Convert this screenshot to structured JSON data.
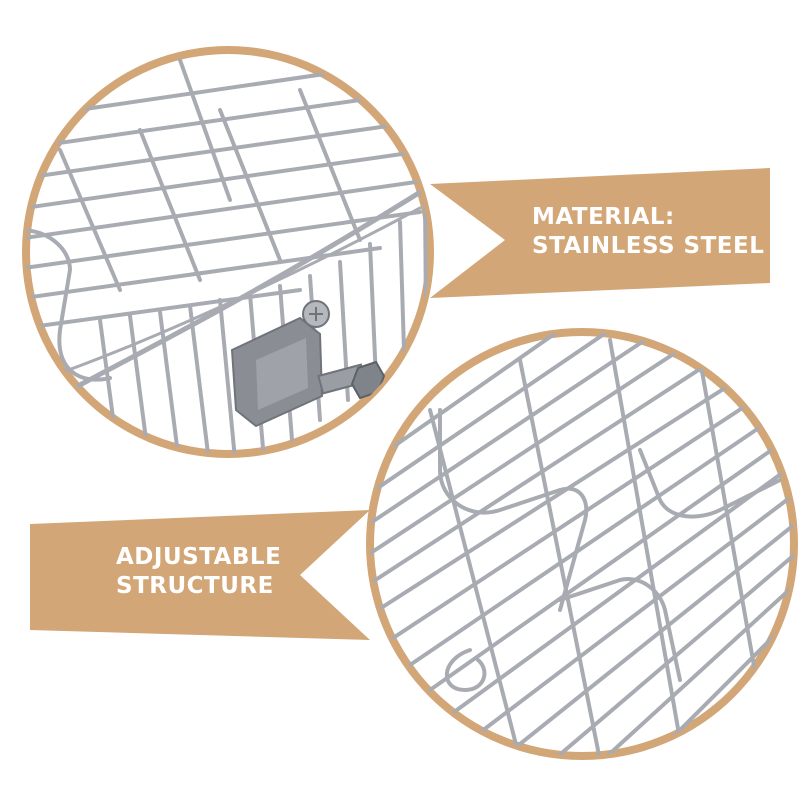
{
  "colors": {
    "background": "#ffffff",
    "accent": "#d2a676",
    "caption_text": "#ffffff",
    "wire": "#a8acb2",
    "wire_shadow": "#6f747b",
    "clamp": "#8a8e94"
  },
  "callouts": [
    {
      "line1": "MATERIAL:",
      "line2": "STAINLESS STEEL"
    },
    {
      "line1": "ADJUSTABLE",
      "line2": "STRUCTURE"
    }
  ]
}
